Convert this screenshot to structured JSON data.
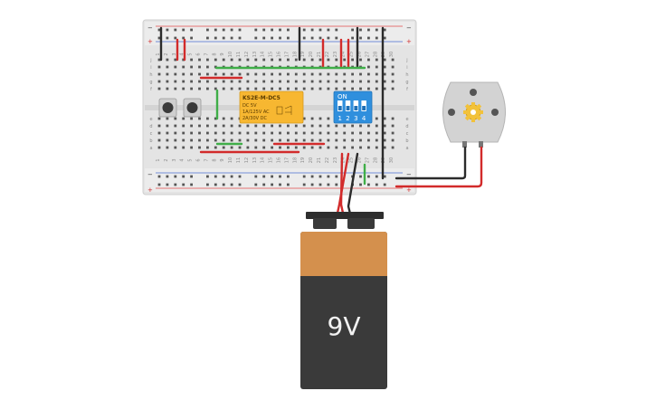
{
  "breadboard": {
    "rail_plus": "+",
    "rail_minus": "−",
    "column_numbers": [
      "1",
      "2",
      "3",
      "4",
      "5",
      "6",
      "7",
      "8",
      "9",
      "10",
      "11",
      "12",
      "13",
      "14",
      "15",
      "16",
      "17",
      "18",
      "19",
      "20",
      "21",
      "22",
      "23",
      "24",
      "25",
      "26",
      "27",
      "28",
      "29",
      "30"
    ],
    "row_letters_top": [
      "j",
      "i",
      "h",
      "g",
      "f"
    ],
    "row_letters_bottom": [
      "e",
      "d",
      "c",
      "b",
      "a"
    ]
  },
  "relay": {
    "model": "KS2E-M-DC5",
    "line1": "DC 5V",
    "line2": "1A/125V AC",
    "line3": "2A/30V  DC"
  },
  "dip_switch": {
    "on_label": "ON",
    "positions": [
      "1",
      "2",
      "3",
      "4"
    ]
  },
  "battery": {
    "label": "9V"
  },
  "colors": {
    "board": "#e6e6e6",
    "red_wire": "#d22b2b",
    "black_wire": "#2b2b2b",
    "green_wire": "#3fae48",
    "relay": "#f7b731",
    "dip": "#2f8fdd",
    "battery_top": "#d4904d",
    "battery_body": "#3a3a3a"
  }
}
